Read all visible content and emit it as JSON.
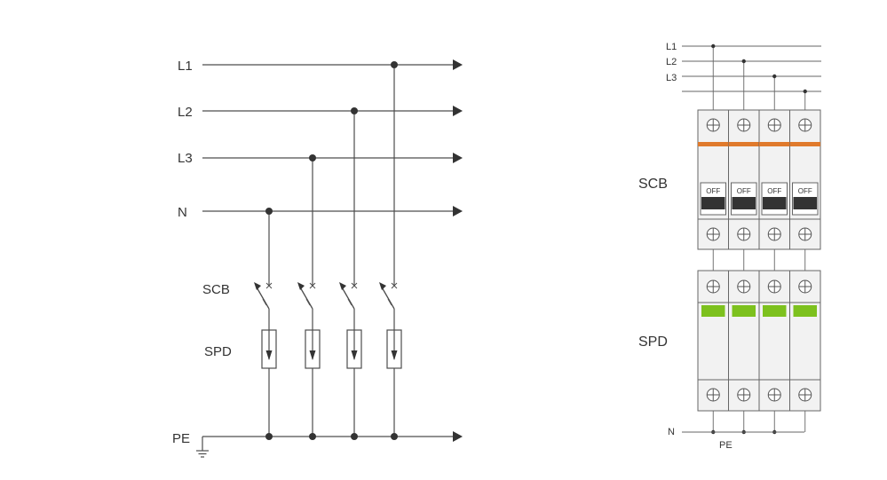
{
  "schematic": {
    "lines": [
      "L1",
      "L2",
      "L3",
      "N"
    ],
    "pe_label": "PE",
    "scb_label": "SCB",
    "spd_label": "SPD"
  },
  "module_view": {
    "lines": [
      "L1",
      "L2",
      "L3"
    ],
    "scb_label": "SCB",
    "spd_label": "SPD",
    "switch_text": "OFF",
    "n_label": "N",
    "pe_label": "PE",
    "pole_count": 4
  },
  "colors": {
    "wire": "#4d4d4d",
    "scb_stripe": "#e07a2c",
    "spd_indicator": "#7dc11e",
    "switch_handle": "#333333"
  }
}
